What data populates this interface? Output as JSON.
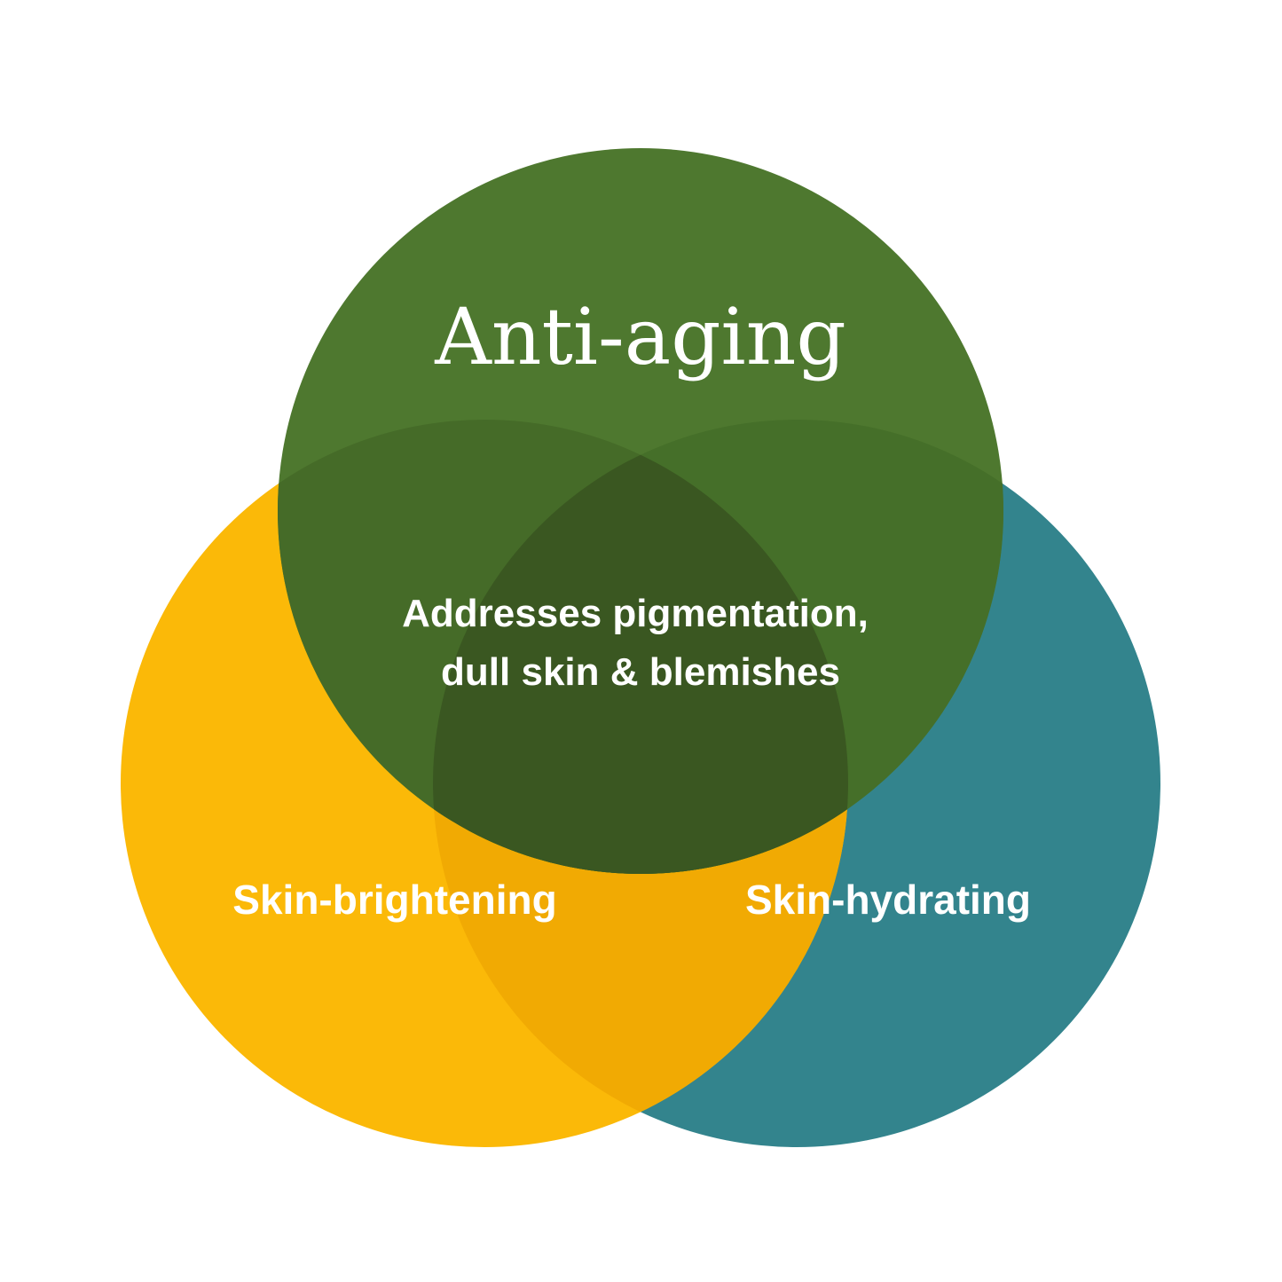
{
  "diagram": {
    "top_label": "Anti-aging",
    "left_label": "Skin-brightening",
    "right_label": "Skin-hydrating",
    "center_line_1": "Addresses pigmentation,",
    "center_line_2": "dull skin & blemishes"
  },
  "colors": {
    "background": "#ffffff",
    "anti_aging": "#4e782f",
    "skin_brightening": "#fbb908",
    "skin_hydrating": "#33848d",
    "brightening_hydrating_overlap": "#f1aa03",
    "brightening_anti_aging_overlap": "#456b28",
    "hydrating_anti_aging_overlap": "#456f29",
    "center_overlap": "#3a5721",
    "label_text": "#ffffff"
  }
}
